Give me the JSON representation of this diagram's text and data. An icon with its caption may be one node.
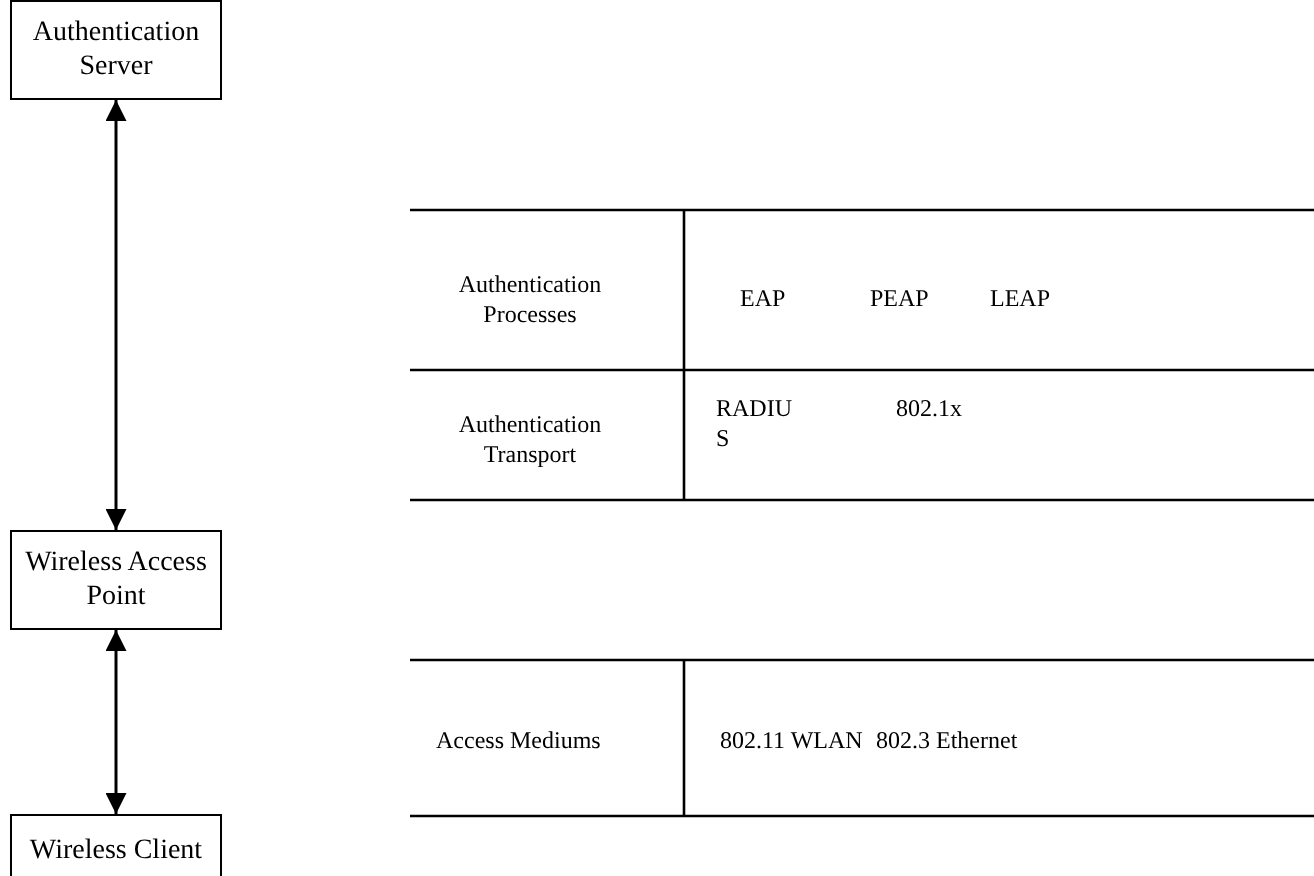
{
  "diagram": {
    "nodes": [
      {
        "text": [
          "Authentication Server"
        ]
      },
      {
        "text": [
          "Wireless Access Point"
        ]
      },
      {
        "text": [
          "Wireless Client"
        ]
      }
    ],
    "edges": [
      {
        "from": 0,
        "to": 1,
        "arrow": "both"
      },
      {
        "from": 1,
        "to": 2,
        "arrow": "both"
      }
    ],
    "labels": [
      "Authentication Processes",
      "EAP",
      "PEAP",
      "LEAP",
      "Authentication Transport",
      "RADIUS",
      "802.1x",
      "Access Mediums",
      "802.11 WLAN",
      "802.3 Ethernet"
    ]
  }
}
